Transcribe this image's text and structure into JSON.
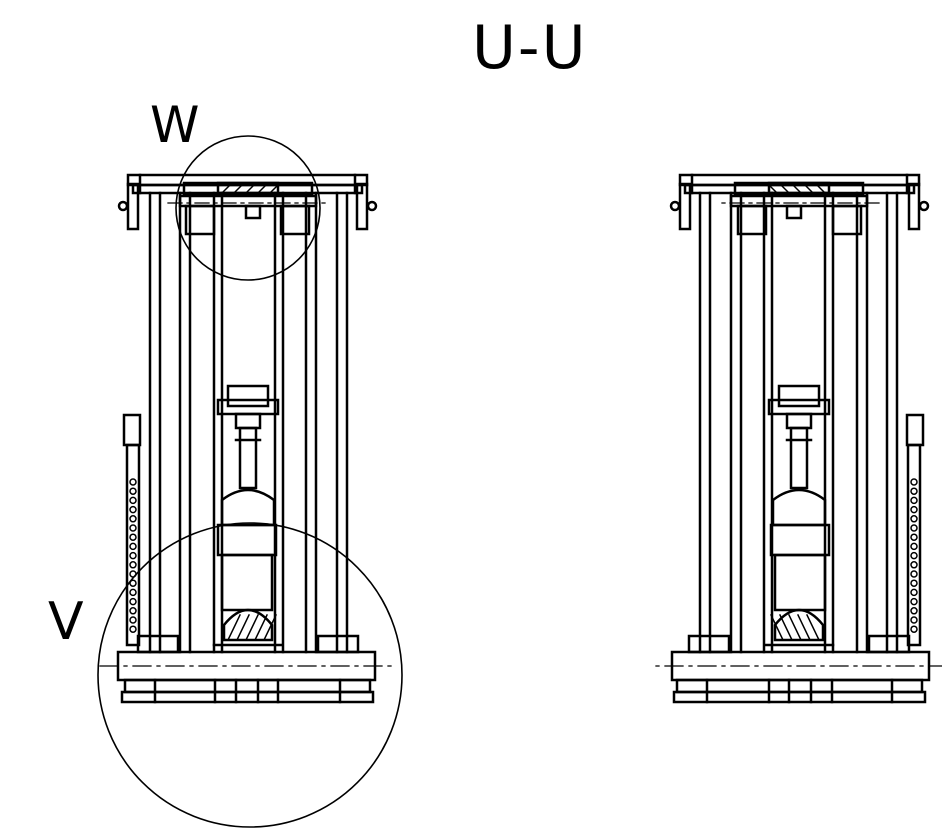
{
  "drawing": {
    "section_title": "U-U",
    "detail_labels": {
      "w": "W",
      "v": "V"
    },
    "views": [
      "left-section",
      "right-section"
    ],
    "line_color": "#000000",
    "background": "#ffffff"
  }
}
